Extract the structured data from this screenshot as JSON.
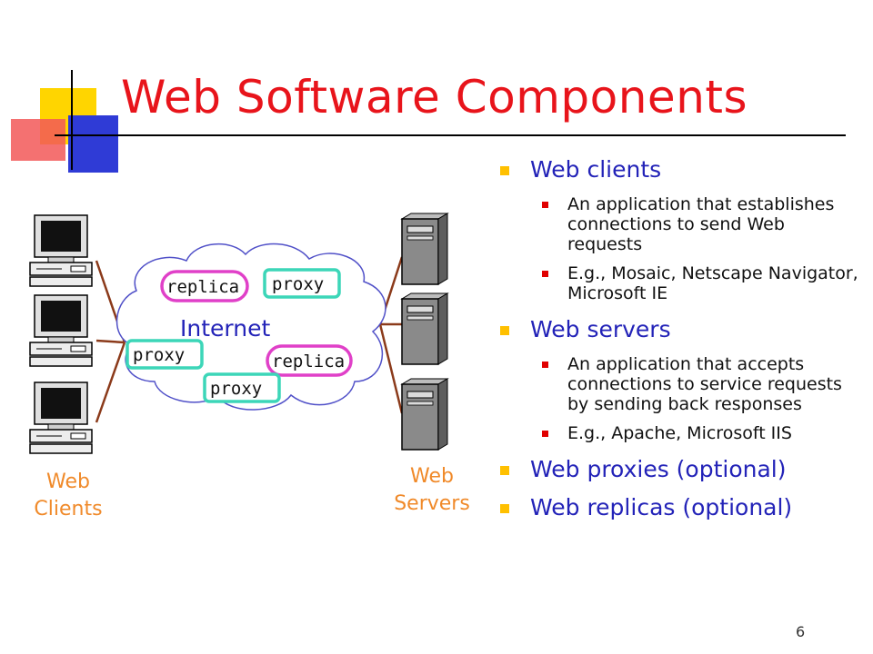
{
  "title": "Web Software Components",
  "bullets": [
    {
      "label": "Web clients",
      "sub": [
        "An application that establishes connections to send Web requests",
        "E.g., Mosaic, Netscape Navigator, Microsoft IE"
      ]
    },
    {
      "label": "Web servers",
      "sub": [
        "An application that accepts connections to service requests by sending back responses",
        "E.g., Apache, Microsoft IIS"
      ]
    },
    {
      "label": "Web proxies (optional)",
      "sub": []
    },
    {
      "label": "Web replicas (optional)",
      "sub": []
    }
  ],
  "diagram": {
    "cloud_label": "Internet",
    "clients_label": "Web Clients",
    "servers_label": "Web Servers",
    "nodes": {
      "replica_top": "replica",
      "proxy_top": "proxy",
      "proxy_left": "proxy",
      "replica_right": "replica",
      "proxy_bottom": "proxy"
    }
  },
  "page_number": "6",
  "colors": {
    "title": "#e8141b",
    "bullet_text": "#2323b8",
    "bullet_marker_l1": "#ffc000",
    "bullet_marker_l2": "#e00000",
    "labels": "#f08a2a",
    "replica_border": "#e040c8",
    "proxy_border": "#3cd6b8",
    "connector": "#8b3a1a",
    "cloud_border": "#5050c8"
  }
}
